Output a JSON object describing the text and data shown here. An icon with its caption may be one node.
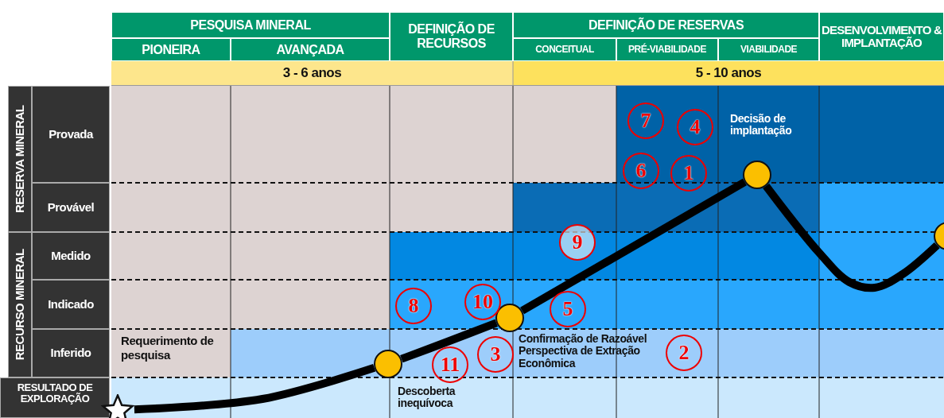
{
  "diagram": {
    "nodes": [
      {
        "text": [],
        "shape": "star"
      },
      {
        "text": [],
        "shape": "circle",
        "beside": [
          "Descoberta inequívoca"
        ]
      },
      {
        "text": [],
        "shape": "circle",
        "beside": [
          "Confirmação de Razoável Perspectiva de Extração Econômica"
        ]
      },
      {
        "text": [],
        "shape": "circle",
        "beside": [
          "Decisão de implantação"
        ]
      },
      {
        "text": [],
        "shape": "circle"
      },
      {
        "text": [
          "7"
        ]
      },
      {
        "text": [
          "4"
        ]
      },
      {
        "text": [
          "6"
        ]
      },
      {
        "text": [
          "1"
        ]
      },
      {
        "text": [
          "9"
        ]
      },
      {
        "text": [
          "8"
        ]
      },
      {
        "text": [
          "10"
        ]
      },
      {
        "text": [
          "5"
        ]
      },
      {
        "text": [
          "11"
        ]
      },
      {
        "text": [
          "3"
        ]
      },
      {
        "text": [
          "2"
        ]
      }
    ],
    "edges": [
      {
        "from": 0,
        "to": 1,
        "arrow": "none"
      },
      {
        "from": 1,
        "to": 2,
        "arrow": "none"
      },
      {
        "from": 2,
        "to": 3,
        "arrow": "none"
      },
      {
        "from": 3,
        "to": 4,
        "arrow": "none"
      }
    ],
    "labels": [
      "PESQUISA MINERAL",
      "DEFINIÇÃO DE RECURSOS",
      "DEFINIÇÃO DE RESERVAS",
      "DESENVOLVIMENTO & IMPLANTAÇÃO",
      "PIONEIRA",
      "AVANÇADA",
      "CONCEITUAL",
      "PRÉ-VIABILIDADE",
      "VIABILIDADE",
      "3 - 6 anos",
      "5 - 10 anos",
      "RESERVA MINERAL",
      "Provada",
      "Provável",
      "RECURSO MINERAL",
      "Medido",
      "Indicado",
      "Inferido",
      "RESULTADO DE EXPLORAÇÃO",
      "Requerimento de pesquisa"
    ]
  }
}
